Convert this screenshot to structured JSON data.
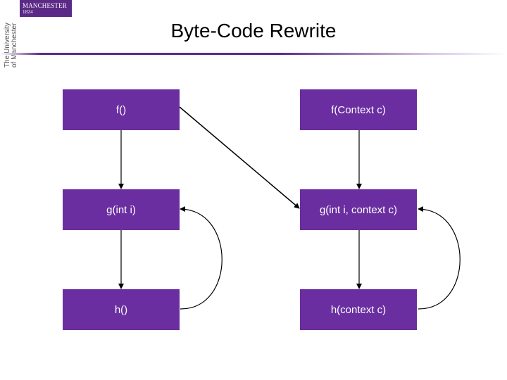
{
  "logo": {
    "name": "MANCHESTER",
    "year": "1824"
  },
  "university": {
    "line1": "The University",
    "line2": "of Manchester"
  },
  "title": "Byte-Code Rewrite",
  "nodes": {
    "f": "f()",
    "f_ctx": "f(Context c)",
    "g": "g(int i)",
    "g_ctx": "g(int i, context c)",
    "h": "h()",
    "h_ctx": "h(context c)"
  },
  "colors": {
    "node_fill": "#6a2ea0",
    "brand": "#5b2a86",
    "text": "#ffffff"
  }
}
